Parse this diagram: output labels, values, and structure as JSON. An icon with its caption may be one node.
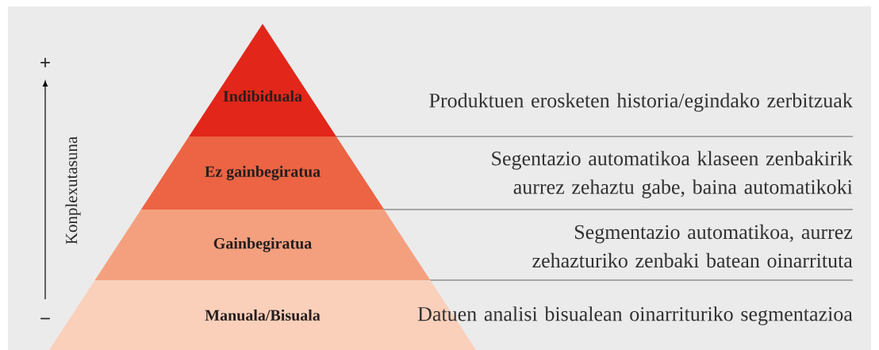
{
  "diagram": {
    "nodes": [
      {
        "text": [
          "Indibiduala"
        ]
      },
      {
        "text": [
          "Ez gainbegiratua"
        ]
      },
      {
        "text": [
          "Gainbegiratua"
        ]
      },
      {
        "text": [
          "Manuala/Bisuala"
        ]
      }
    ],
    "labels": [
      "+",
      "Produktuen erosketen historia/egindako zerbitzuak",
      "Konplexutasuna",
      "Segentazio automatikoa klaseen zenbakirik aurrez zehaztu gabe, baina automatikoki",
      "Segmentazio automatikoa, aurrez zehazturiko zenbaki batean oinarrituta",
      "Datuen analisi bisualean oinarrituriko segmentazioa",
      "−"
    ]
  }
}
